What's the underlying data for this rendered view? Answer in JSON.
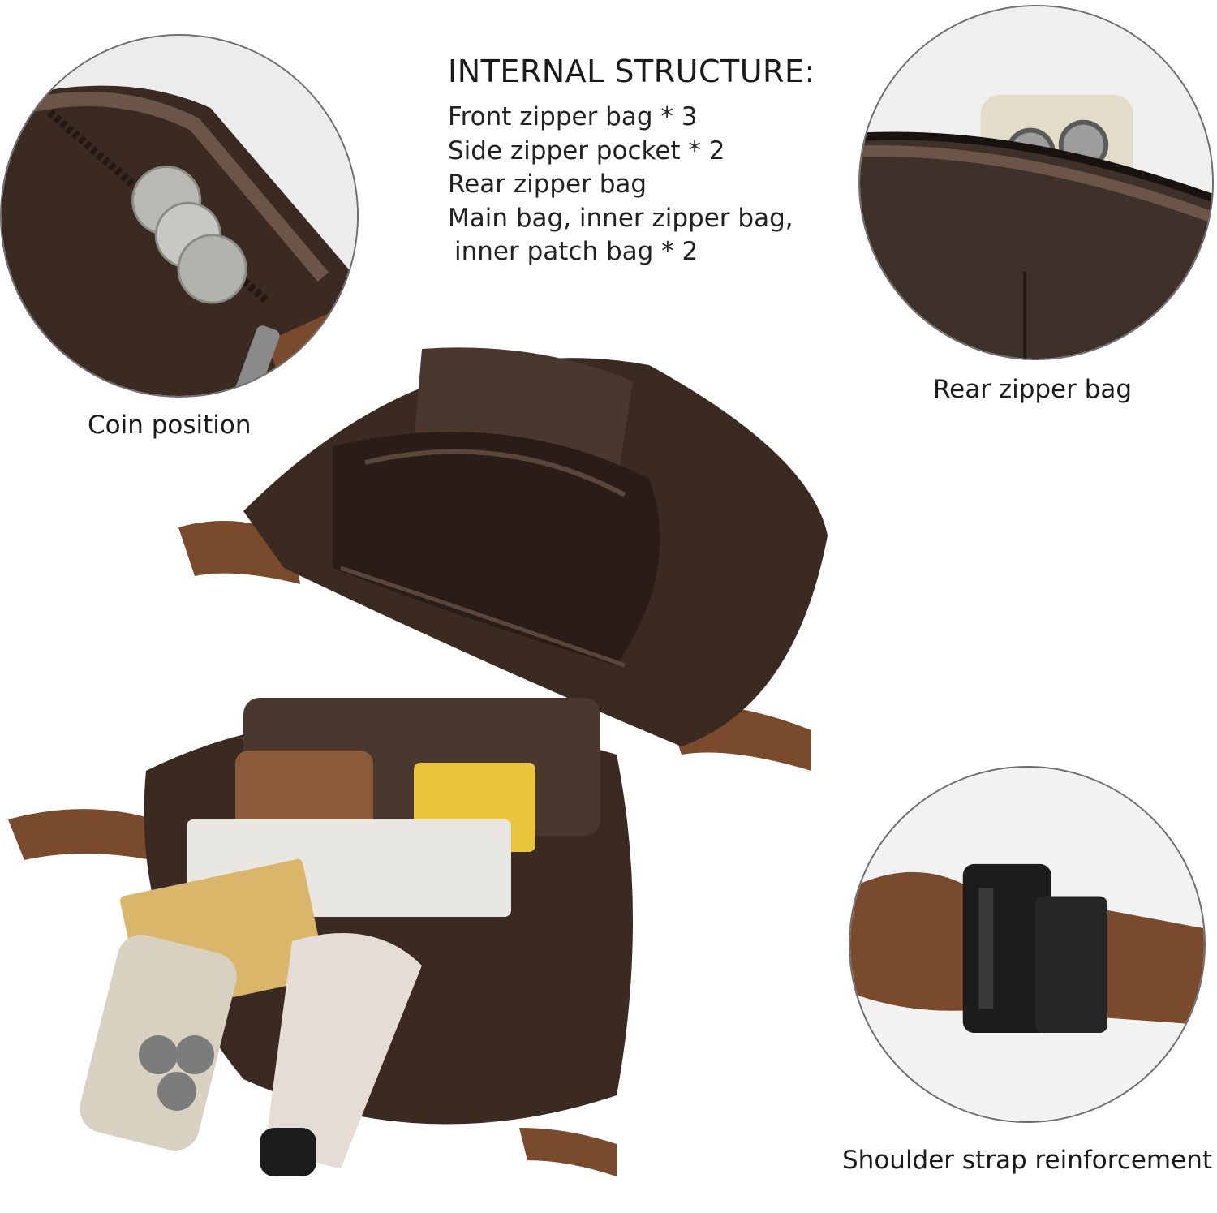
{
  "structure": {
    "title": "INTERNAL STRUCTURE:",
    "items": [
      "Front zipper bag * 3",
      "Side zipper pocket * 2",
      "Rear zipper bag",
      "Main bag, inner zipper bag,",
      "inner patch bag * 2"
    ]
  },
  "captions": {
    "coin": "Coin position",
    "rear": "Rear zipper bag",
    "strap": "Shoulder strap reinforcement"
  },
  "colors": {
    "leather": "#3b2a22",
    "leather_highlight": "#6a5548",
    "strap": "#7a4a2c",
    "buckle": "#1c1c1c",
    "outline": "#6e6e6e"
  }
}
